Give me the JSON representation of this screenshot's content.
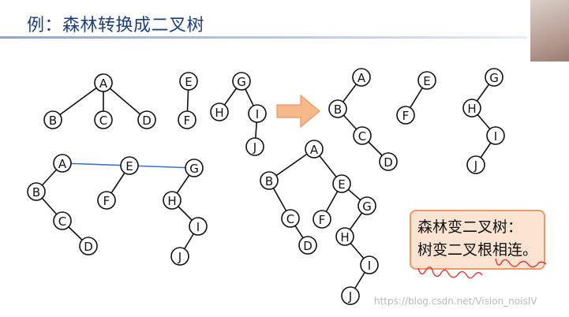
{
  "title": "例：森林转换成二叉树",
  "note": {
    "line1": "森林变二叉树：",
    "line2": "树变二叉根相连。"
  },
  "watermark": "https://blog.csdn.net/Vision_noisIV",
  "colors": {
    "title": "#1f3f7a",
    "arrow": "#f6b98c",
    "link_line": "#3a6fd8",
    "note_fill": "#fbe3d2",
    "note_border": "#e89a6b",
    "scribble": "#e33030"
  },
  "nodes": [
    {
      "id": "f1-A",
      "label": "A"
    },
    {
      "id": "f1-B",
      "label": "B"
    },
    {
      "id": "f1-C",
      "label": "C"
    },
    {
      "id": "f1-D",
      "label": "D"
    },
    {
      "id": "f1-E",
      "label": "E"
    },
    {
      "id": "f1-F",
      "label": "F"
    },
    {
      "id": "f1-G",
      "label": "G"
    },
    {
      "id": "f1-H",
      "label": "H"
    },
    {
      "id": "f1-I",
      "label": "I"
    },
    {
      "id": "f1-J",
      "label": "J"
    },
    {
      "id": "f2-A",
      "label": "A"
    },
    {
      "id": "f2-B",
      "label": "B"
    },
    {
      "id": "f2-C",
      "label": "C"
    },
    {
      "id": "f2-D",
      "label": "D"
    },
    {
      "id": "f2-E",
      "label": "E"
    },
    {
      "id": "f2-F",
      "label": "F"
    },
    {
      "id": "f2-G",
      "label": "G"
    },
    {
      "id": "f2-H",
      "label": "H"
    },
    {
      "id": "f2-I",
      "label": "I"
    },
    {
      "id": "f2-J",
      "label": "J"
    },
    {
      "id": "f3-A",
      "label": "A"
    },
    {
      "id": "f3-B",
      "label": "B"
    },
    {
      "id": "f3-C",
      "label": "C"
    },
    {
      "id": "f3-D",
      "label": "D"
    },
    {
      "id": "f3-E",
      "label": "E"
    },
    {
      "id": "f3-F",
      "label": "F"
    },
    {
      "id": "f3-G",
      "label": "G"
    },
    {
      "id": "f3-H",
      "label": "H"
    },
    {
      "id": "f3-I",
      "label": "I"
    },
    {
      "id": "f3-J",
      "label": "J"
    },
    {
      "id": "f4-A",
      "label": "A"
    },
    {
      "id": "f4-B",
      "label": "B"
    },
    {
      "id": "f4-C",
      "label": "C"
    },
    {
      "id": "f4-D",
      "label": "D"
    },
    {
      "id": "f4-E",
      "label": "E"
    },
    {
      "id": "f4-F",
      "label": "F"
    },
    {
      "id": "f4-G",
      "label": "G"
    },
    {
      "id": "f4-H",
      "label": "H"
    },
    {
      "id": "f4-I",
      "label": "I"
    },
    {
      "id": "f4-J",
      "label": "J"
    }
  ],
  "edges": [
    {
      "from": "f1-A",
      "to": "f1-B"
    },
    {
      "from": "f1-A",
      "to": "f1-C"
    },
    {
      "from": "f1-A",
      "to": "f1-D"
    },
    {
      "from": "f1-E",
      "to": "f1-F"
    },
    {
      "from": "f1-G",
      "to": "f1-H"
    },
    {
      "from": "f1-G",
      "to": "f1-I"
    },
    {
      "from": "f1-I",
      "to": "f1-J"
    },
    {
      "from": "f2-A",
      "to": "f2-B"
    },
    {
      "from": "f2-B",
      "to": "f2-C"
    },
    {
      "from": "f2-C",
      "to": "f2-D"
    },
    {
      "from": "f2-E",
      "to": "f2-F"
    },
    {
      "from": "f2-G",
      "to": "f2-H"
    },
    {
      "from": "f2-H",
      "to": "f2-I"
    },
    {
      "from": "f2-I",
      "to": "f2-J"
    },
    {
      "from": "f3-A",
      "to": "f3-B"
    },
    {
      "from": "f3-B",
      "to": "f3-C"
    },
    {
      "from": "f3-C",
      "to": "f3-D"
    },
    {
      "from": "f3-E",
      "to": "f3-F"
    },
    {
      "from": "f3-G",
      "to": "f3-H"
    },
    {
      "from": "f3-H",
      "to": "f3-I"
    },
    {
      "from": "f3-I",
      "to": "f3-J"
    },
    {
      "from": "f4-A",
      "to": "f4-B"
    },
    {
      "from": "f4-B",
      "to": "f4-C"
    },
    {
      "from": "f4-C",
      "to": "f4-D"
    },
    {
      "from": "f4-A",
      "to": "f4-E"
    },
    {
      "from": "f4-E",
      "to": "f4-F"
    },
    {
      "from": "f4-E",
      "to": "f4-G"
    },
    {
      "from": "f4-G",
      "to": "f4-H"
    },
    {
      "from": "f4-H",
      "to": "f4-I"
    },
    {
      "from": "f4-I",
      "to": "f4-J"
    }
  ],
  "root_links": [
    {
      "from": "f3-A",
      "to": "f3-E"
    },
    {
      "from": "f3-E",
      "to": "f3-G"
    }
  ]
}
